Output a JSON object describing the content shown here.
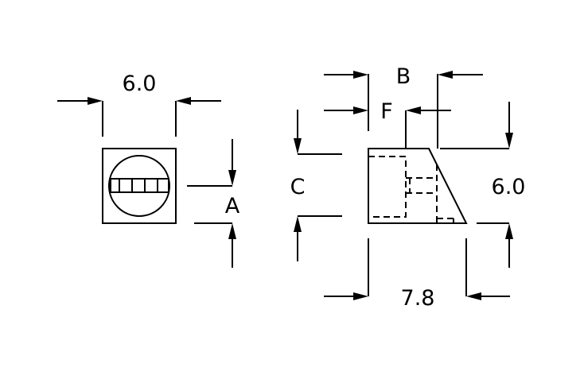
{
  "dimensions": {
    "front_width": "6.0",
    "front_height": "A",
    "side_b": "B",
    "side_f": "F",
    "side_c": "C",
    "side_height": "6.0",
    "side_length": "7.8"
  },
  "colors": {
    "line": "#000000",
    "background": "#ffffff"
  }
}
